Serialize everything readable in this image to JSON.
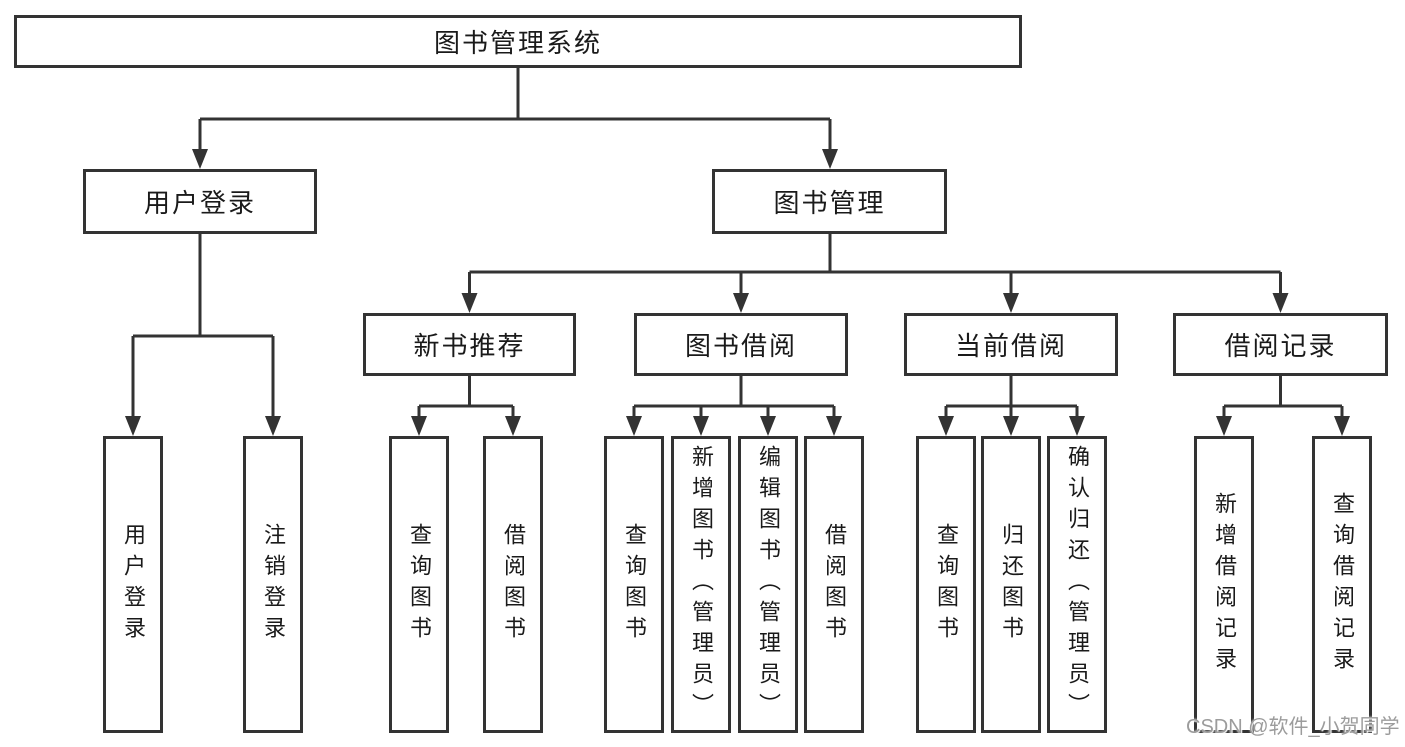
{
  "diagram_title": "图书管理系统",
  "watermark": "CSDN @软件_小贺同学",
  "colors": {
    "line": "#333333",
    "box_border": "#333333",
    "background": "#ffffff",
    "text": "#1a1a1a",
    "watermark": "#9c9c9c"
  },
  "tree": {
    "root": {
      "label": "图书管理系统"
    },
    "branches": [
      {
        "label": "用户登录",
        "children": [
          {
            "label": "用户登录"
          },
          {
            "label": "注销登录"
          }
        ]
      },
      {
        "label": "图书管理",
        "children": [
          {
            "label": "新书推荐",
            "children": [
              {
                "label": "查询图书"
              },
              {
                "label": "借阅图书"
              }
            ]
          },
          {
            "label": "图书借阅",
            "children": [
              {
                "label": "查询图书"
              },
              {
                "label": "新增图书（管理员）"
              },
              {
                "label": "编辑图书（管理员）"
              },
              {
                "label": "借阅图书"
              }
            ]
          },
          {
            "label": "当前借阅",
            "children": [
              {
                "label": "查询图书"
              },
              {
                "label": "归还图书"
              },
              {
                "label": "确认归还（管理员）"
              }
            ]
          },
          {
            "label": "借阅记录",
            "children": [
              {
                "label": "新增借阅记录"
              },
              {
                "label": "查询借阅记录"
              }
            ]
          }
        ]
      }
    ]
  }
}
